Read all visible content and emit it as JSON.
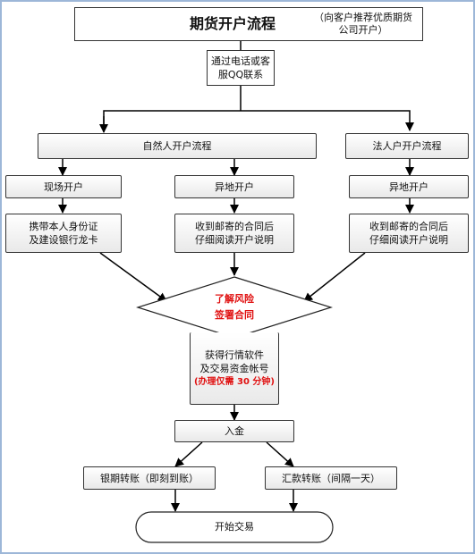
{
  "header": {
    "title": "期货开户流程",
    "note": "（向客户推荐优质期货公司开户）"
  },
  "contact": {
    "label": "通过电话或客服QQ联系"
  },
  "branches": {
    "natural": {
      "label": "自然人开户流程",
      "onsite": {
        "label": "现场开户",
        "detail_line1": "携带本人身份证",
        "detail_line2": "及建设银行龙卡"
      },
      "remote": {
        "label": "异地开户",
        "detail_line1": "收到邮寄的合同后",
        "detail_line2": "仔细阅读开户说明"
      }
    },
    "legal": {
      "label": "法人户开户流程",
      "remote": {
        "label": "异地开户",
        "detail_line1": "收到邮寄的合同后",
        "detail_line2": "仔细阅读开户说明"
      }
    }
  },
  "decision": {
    "line1": "了解风险",
    "line2": "签署合同"
  },
  "account": {
    "line1": "获得行情软件",
    "line2": "及交易资金帐号",
    "note": "(办理仅需 30 分钟)"
  },
  "deposit": {
    "label": "入金"
  },
  "transfers": {
    "bank_futures": "银期转账（即刻到账）",
    "remittance": "汇款转账（间隔一天）"
  },
  "terminal": {
    "label": "开始交易"
  },
  "colors": {
    "accent_red": "#e01010",
    "frame_border": "#9db7d8",
    "line": "#000000"
  }
}
